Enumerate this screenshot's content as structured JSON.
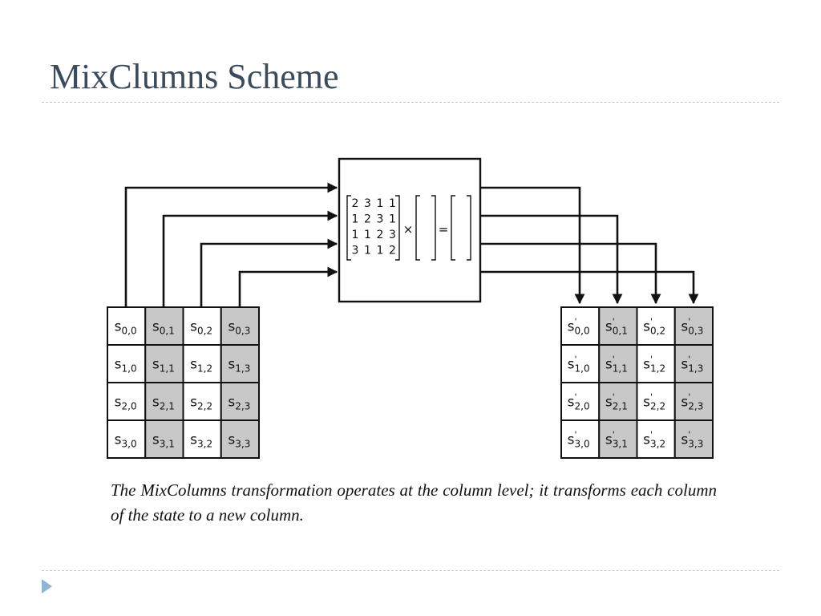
{
  "slide": {
    "title": "MixClumns Scheme",
    "caption": "The MixColumns transformation operates at the column level; it transforms each column of the state to a new column."
  },
  "diagram": {
    "input_state": {
      "base": "s",
      "cells": [
        [
          "0,0",
          "0,1",
          "0,2",
          "0,3"
        ],
        [
          "1,0",
          "1,1",
          "1,2",
          "1,3"
        ],
        [
          "2,0",
          "2,1",
          "2,2",
          "2,3"
        ],
        [
          "3,0",
          "3,1",
          "3,2",
          "3,3"
        ]
      ],
      "shaded_columns": [
        1,
        3
      ]
    },
    "output_state": {
      "base": "s",
      "prime": "'",
      "cells": [
        [
          "0,0",
          "0,1",
          "0,2",
          "0,3"
        ],
        [
          "1,0",
          "1,1",
          "1,2",
          "1,3"
        ],
        [
          "2,0",
          "2,1",
          "2,2",
          "2,3"
        ],
        [
          "3,0",
          "3,1",
          "3,2",
          "3,3"
        ]
      ],
      "shaded_columns": [
        1,
        3
      ]
    },
    "mix_matrix": [
      [
        "2",
        "3",
        "1",
        "1"
      ],
      [
        "1",
        "2",
        "3",
        "1"
      ],
      [
        "1",
        "1",
        "2",
        "3"
      ],
      [
        "3",
        "1",
        "1",
        "2"
      ]
    ],
    "multiply_symbol": "×",
    "equals_symbol": "=",
    "colors": {
      "shaded_cell": "#c8c8c8",
      "line": "#111111",
      "marker": "#8fb4d8"
    }
  }
}
